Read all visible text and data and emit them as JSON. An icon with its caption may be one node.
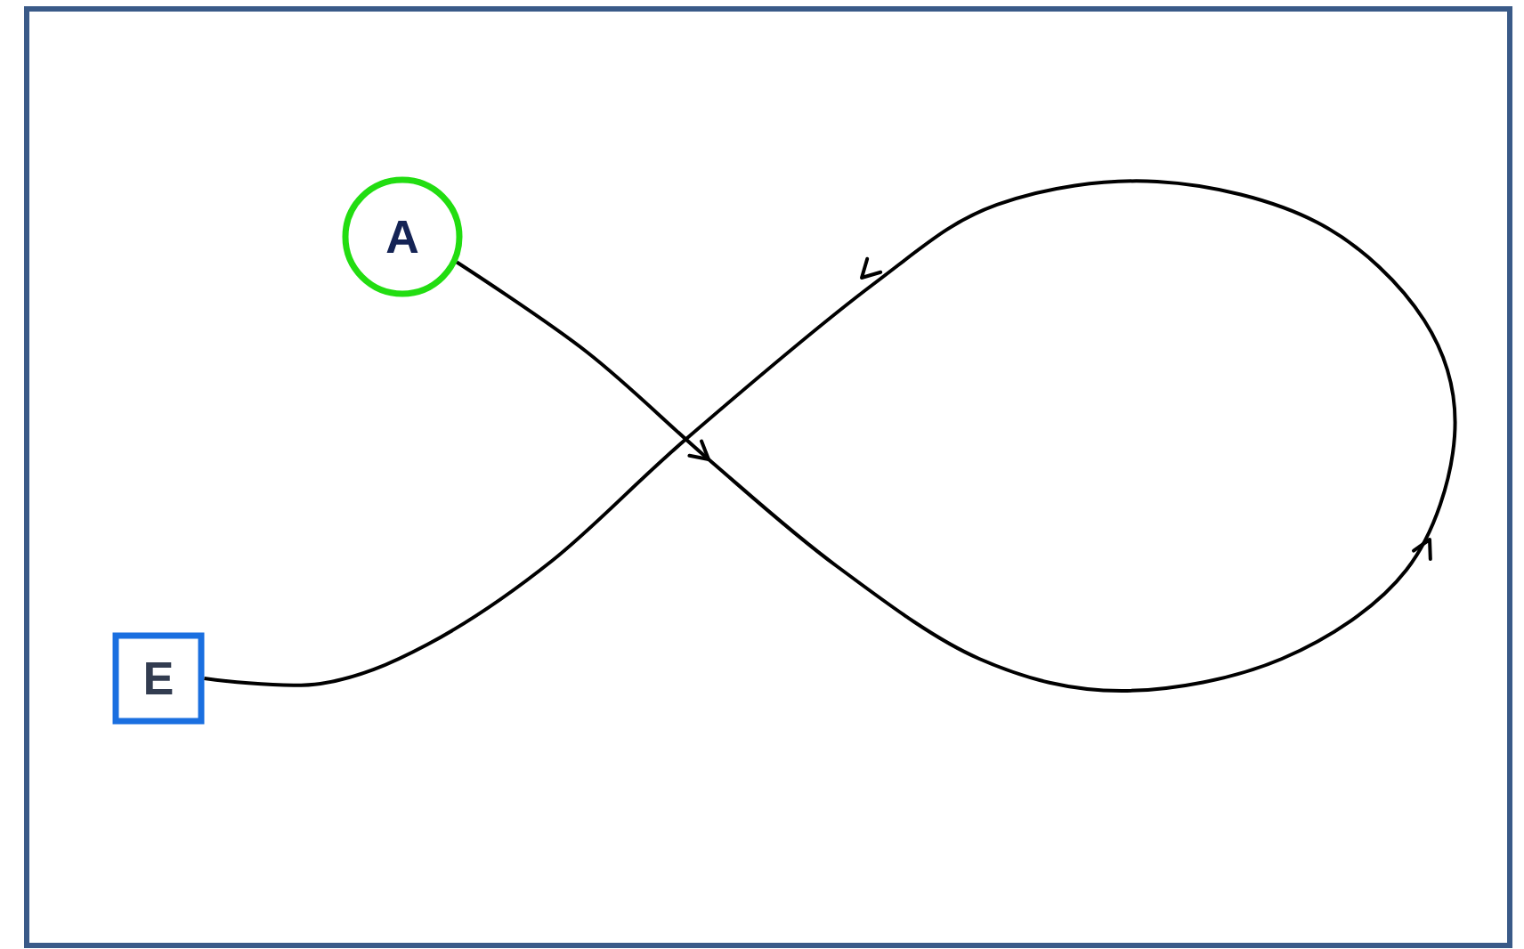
{
  "diagram": {
    "nodes": [
      {
        "text": [
          "A"
        ]
      },
      {
        "text": [
          "E"
        ]
      }
    ],
    "edges": [
      {
        "from": 0,
        "to": 1,
        "arrow": "to"
      }
    ]
  }
}
